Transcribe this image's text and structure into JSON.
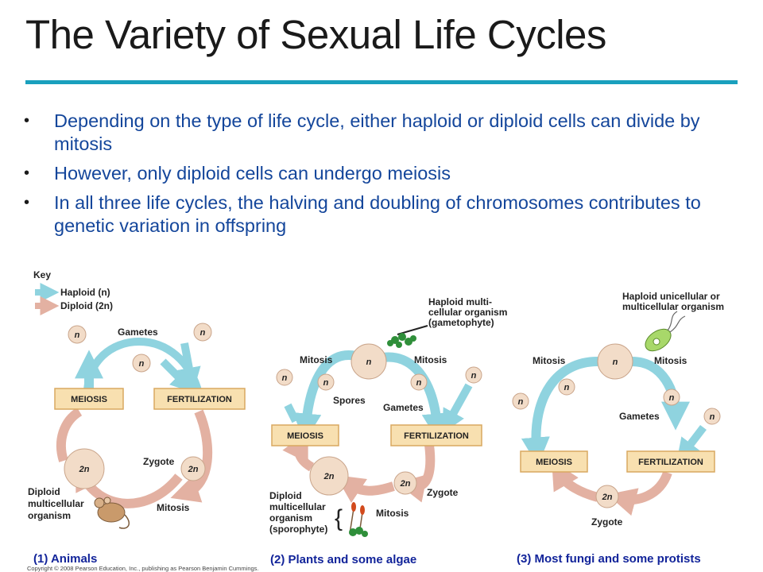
{
  "slide": {
    "title": "The Variety of Sexual Life Cycles",
    "bullets": [
      "Depending on the type of life cycle, either haploid or diploid cells can divide by mitosis",
      "However, only diploid cells can undergo meiosis",
      "In all three life cycles, the halving and doubling of chromosomes contributes to genetic variation in offspring"
    ]
  },
  "key": {
    "title": "Key",
    "haploid_label": "Haploid (n)",
    "diploid_label": "Diploid (2n)"
  },
  "cell_labels": {
    "haploid": "n",
    "diploid": "2n"
  },
  "panel1": {
    "caption": "(1) Animals",
    "meiosis": "MEIOSIS",
    "fertilization": "FERTILIZATION",
    "gametes": "Gametes",
    "zygote": "Zygote",
    "mitosis": "Mitosis",
    "diploid_organism": [
      "Diploid",
      "multicellular",
      "organism"
    ]
  },
  "panel2": {
    "caption": "(2) Plants and some algae",
    "meiosis": "MEIOSIS",
    "fertilization": "FERTILIZATION",
    "gametophyte": [
      "Haploid multi-",
      "cellular organism",
      "(gametophyte)"
    ],
    "mitosis_left": "Mitosis",
    "mitosis_right": "Mitosis",
    "spores": "Spores",
    "gametes": "Gametes",
    "zygote": "Zygote",
    "mitosis_bottom": "Mitosis",
    "sporophyte": [
      "Diploid",
      "multicellular",
      "organism",
      "(sporophyte)"
    ]
  },
  "panel3": {
    "caption": "(3) Most fungi and some protists",
    "meiosis": "MEIOSIS",
    "fertilization": "FERTILIZATION",
    "haploid_organism": [
      "Haploid unicellular or",
      "multicellular organism"
    ],
    "mitosis_left": "Mitosis",
    "mitosis_right": "Mitosis",
    "gametes": "Gametes",
    "zygote": "Zygote"
  },
  "copyright": "Copyright © 2008 Pearson Education, Inc., publishing as Pearson Benjamin Cummings.",
  "colors": {
    "haploid_arrow": "#8fd3df",
    "diploid_arrow": "#e3b1a2",
    "cell_fill": "#f2dcc8",
    "box_fill": "#f8e0b0",
    "box_stroke": "#d9a860",
    "title_rule": "#1aa0bd",
    "bullet_text": "#14469b",
    "caption": "#12249a"
  }
}
